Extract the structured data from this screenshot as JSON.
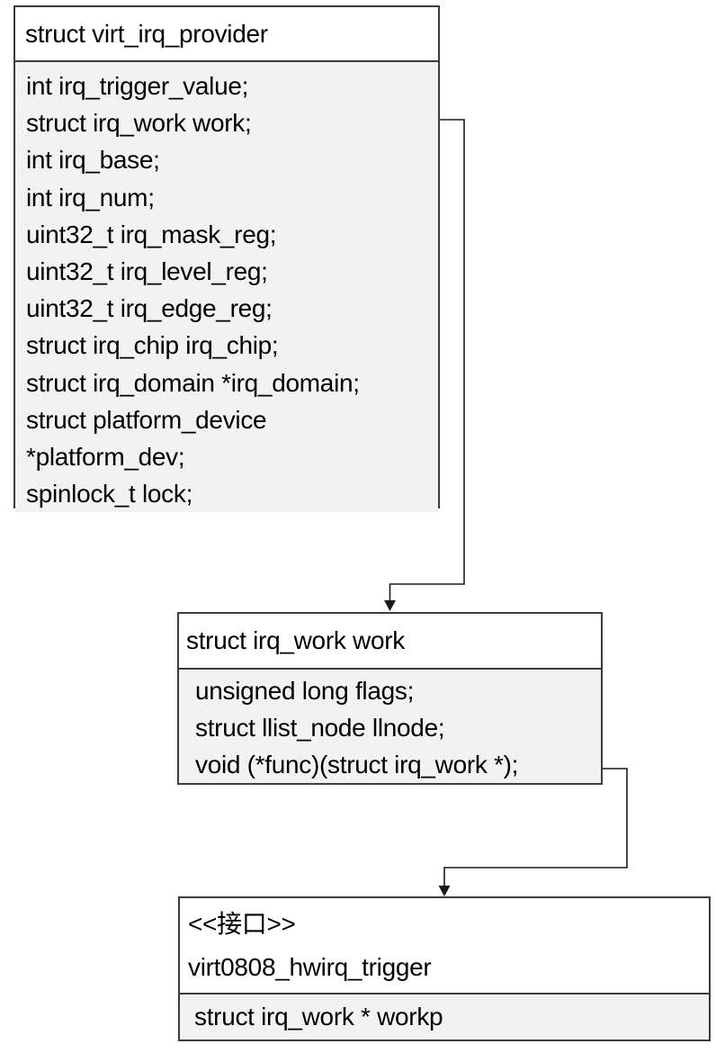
{
  "diagram": {
    "boxes": [
      {
        "title": "struct virt_irq_provider",
        "fields": [
          "int irq_trigger_value;",
          "struct irq_work work;",
          "int irq_base;",
          "int irq_num;",
          "uint32_t irq_mask_reg;",
          "uint32_t irq_level_reg;",
          "uint32_t irq_edge_reg;",
          "struct irq_chip irq_chip;",
          "struct irq_domain *irq_domain;",
          "struct platform_device",
          "*platform_dev;",
          "spinlock_t lock;"
        ]
      },
      {
        "title": "struct irq_work work",
        "fields": [
          "unsigned long flags;",
          "struct llist_node llnode;",
          "void (*func)(struct irq_work *);"
        ]
      },
      {
        "stereotype": "<<接口>>",
        "title": "virt0808_hwirq_trigger",
        "fields": [
          "struct irq_work * workp"
        ]
      }
    ],
    "colors": {
      "box_border": "#3d3d3d",
      "header_fill": "#ffffff",
      "body_fill": "#f2f2f2",
      "connector": "#1a1a1a",
      "text": "#000000"
    }
  }
}
